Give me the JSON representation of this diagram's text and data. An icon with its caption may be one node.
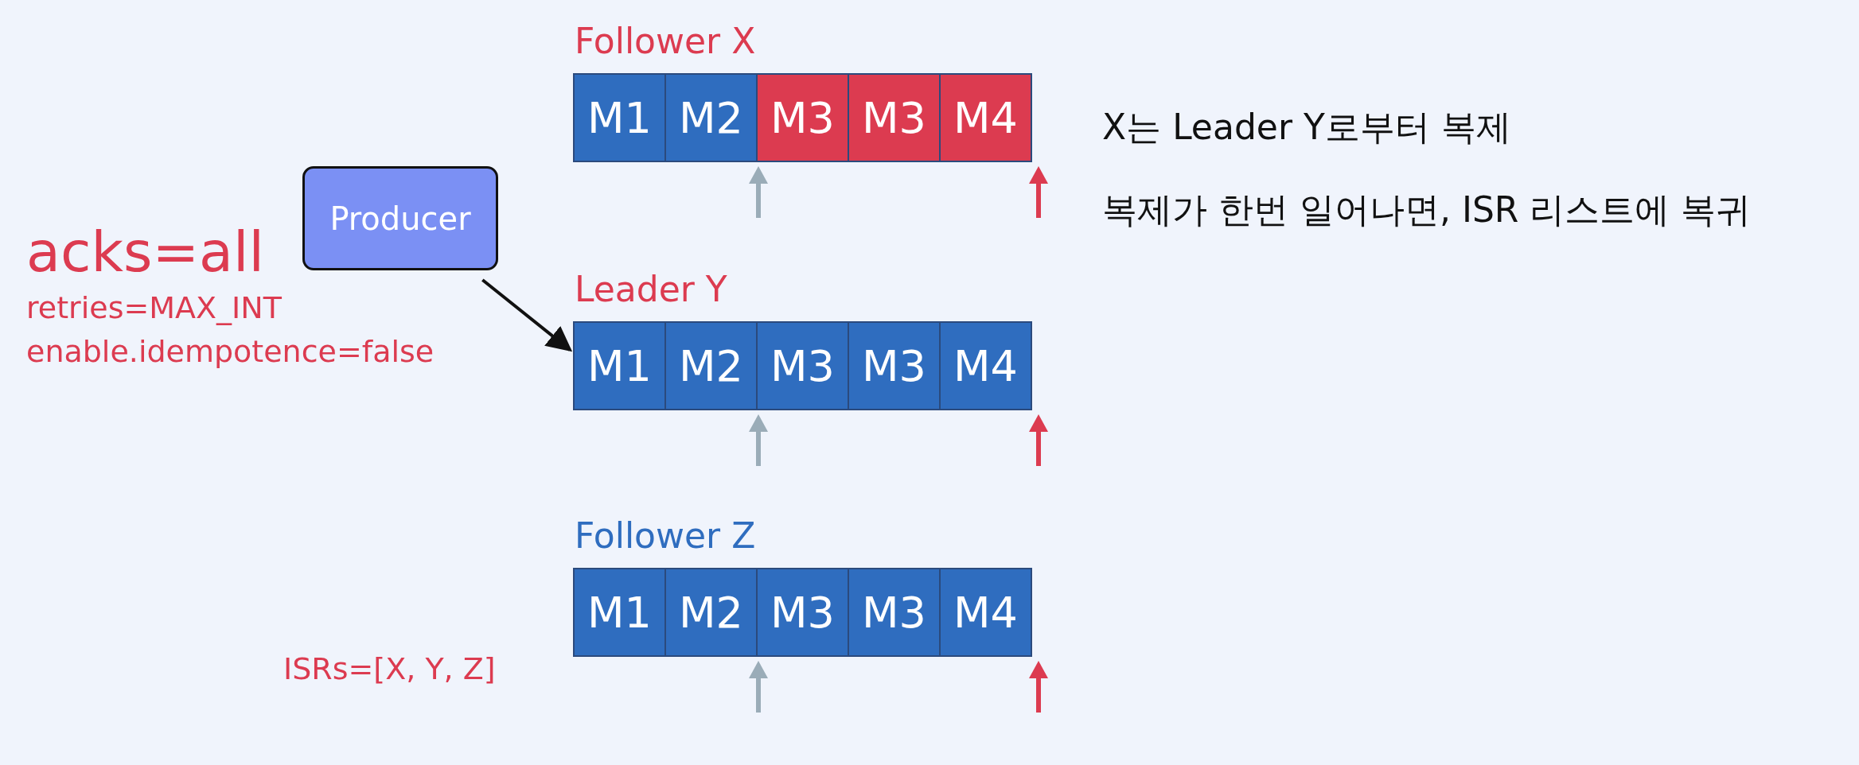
{
  "diagram": {
    "nodes": [
      {
        "text": [
          "Producer"
        ]
      },
      {
        "text": [
          "Follower X"
        ]
      },
      {
        "text": [
          "M1"
        ],
        "in": 1
      },
      {
        "text": [
          "M2"
        ],
        "in": 1
      },
      {
        "text": [
          "M3"
        ],
        "in": 1
      },
      {
        "text": [
          "M3"
        ],
        "in": 1
      },
      {
        "text": [
          "M4"
        ],
        "in": 1
      },
      {
        "text": [
          "Leader Y"
        ]
      },
      {
        "text": [
          "M1"
        ],
        "in": 7
      },
      {
        "text": [
          "M2"
        ],
        "in": 7
      },
      {
        "text": [
          "M3"
        ],
        "in": 7
      },
      {
        "text": [
          "M3"
        ],
        "in": 7
      },
      {
        "text": [
          "M4"
        ],
        "in": 7
      },
      {
        "text": [
          "Follower Z"
        ]
      },
      {
        "text": [
          "M1"
        ],
        "in": 13
      },
      {
        "text": [
          "M2"
        ],
        "in": 13
      },
      {
        "text": [
          "M3"
        ],
        "in": 13
      },
      {
        "text": [
          "M3"
        ],
        "in": 13
      },
      {
        "text": [
          "M4"
        ],
        "in": 13
      }
    ],
    "edges": [
      {
        "from": 0,
        "to": 7,
        "arrow": "to"
      }
    ],
    "labels": [
      "acks=all",
      "retries=MAX_INT",
      "enable.idempotence=false",
      "ISRs=[X, Y, Z]",
      "X는 Leader Y로부터 복제",
      "복제가 한번 일어나면, ISR 리스트에 복귀"
    ]
  }
}
